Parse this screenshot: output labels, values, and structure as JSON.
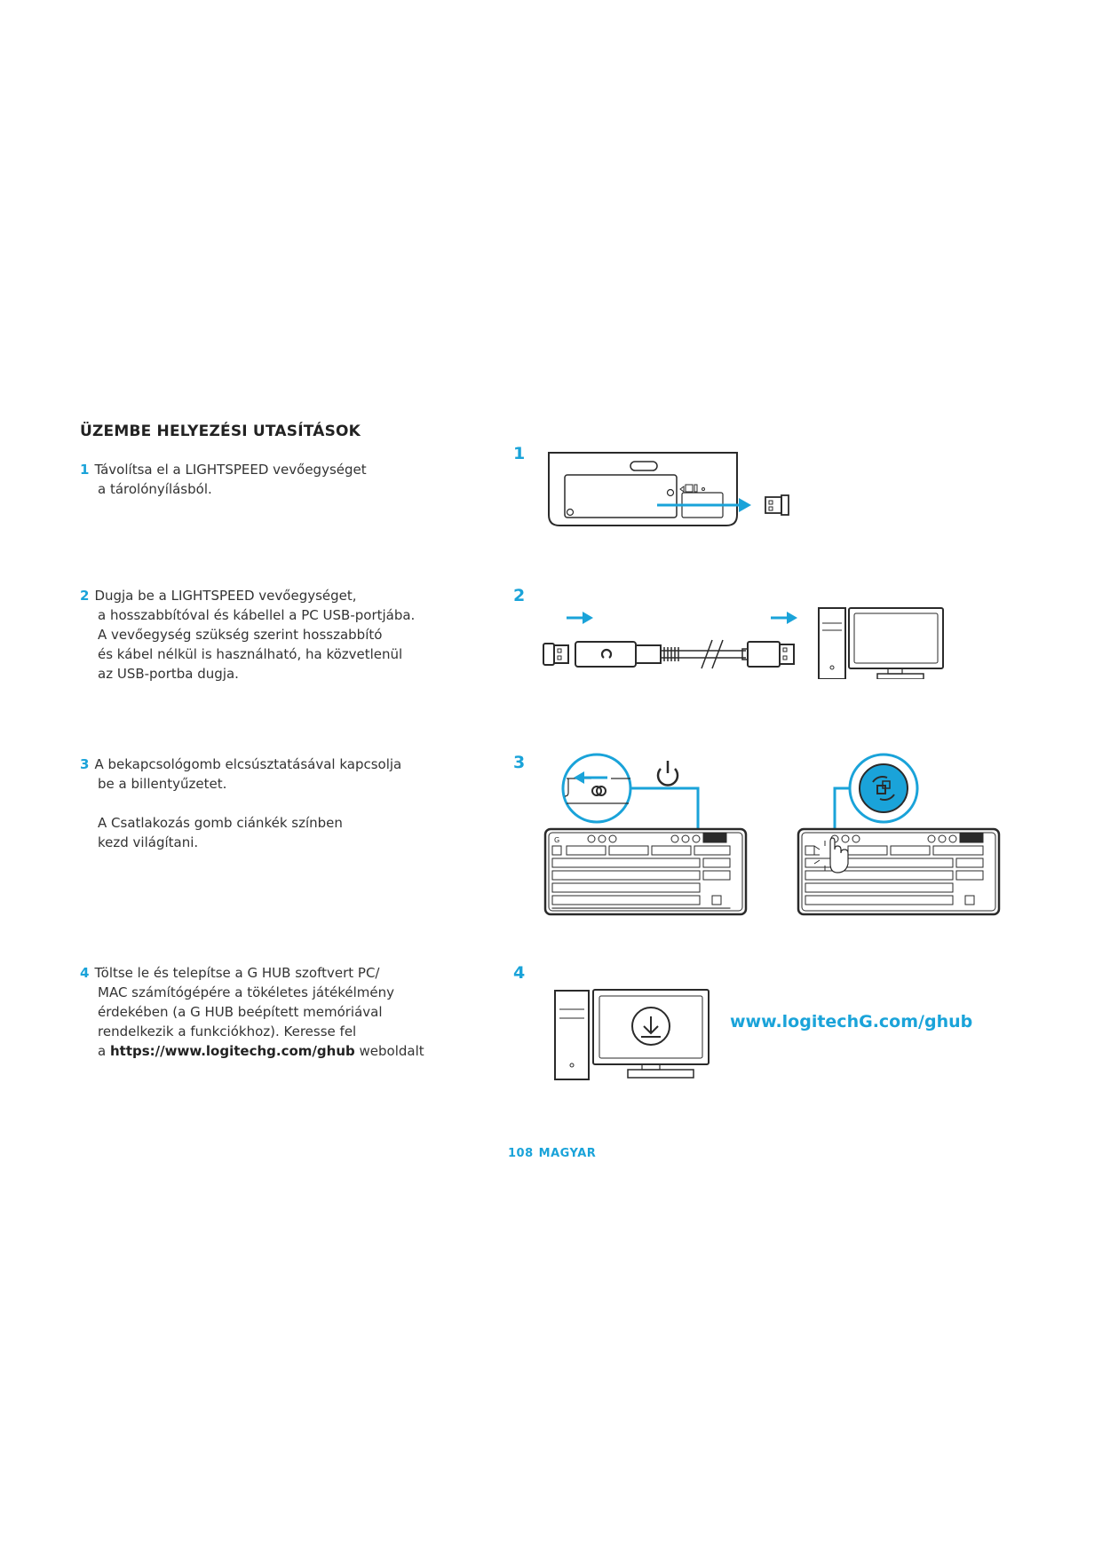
{
  "title": "ÜZEMBE HELYEZÉSI UTASÍTÁSOK",
  "steps": [
    {
      "num": "1",
      "lines": [
        "Távolítsa el a LIGHTSPEED vevőegységet",
        "a tárolónyílásból."
      ]
    },
    {
      "num": "2",
      "lines": [
        "Dugja be a LIGHTSPEED vevőegységet,",
        "a hosszabbítóval és kábellel a PC USB-portjába.",
        "A vevőegység szükség szerint hosszabbító",
        "és kábel nélkül is használható, ha közvetlenül",
        "az USB-portba dugja."
      ]
    },
    {
      "num": "3",
      "lines": [
        "A bekapcsológomb elcsúsztatásával kapcsolja",
        "be a billentyűzetet."
      ],
      "lines2": [
        "A Csatlakozás gomb ciánkék színben",
        "kezd világítani."
      ]
    },
    {
      "num": "4",
      "lines": [
        "Töltse le és telepítse a G HUB szoftvert PC/",
        "MAC számítógépére a tökéletes játékélmény",
        "érdekében (a G HUB beépített memóriával",
        "rendelkezik a funkciókhoz). Keresse fel"
      ],
      "last_prefix": "a ",
      "last_bold": "https://www.logitechg.com/ghub",
      "last_suffix": " weboldalt"
    }
  ],
  "figures": {
    "labels": [
      "1",
      "2",
      "3",
      "4"
    ],
    "icons": {
      "fig1": [
        "keyboard-underside-icon",
        "receiver-slot-icon",
        "arrow-right-icon",
        "usb-receiver-icon"
      ],
      "fig2": [
        "usb-receiver-icon",
        "extender-adapter-icon",
        "cable-icon",
        "usb-plug-icon",
        "arrow-right-icon",
        "desktop-pc-icon"
      ],
      "fig3": [
        "power-switch-magnifier-icon",
        "power-icon",
        "keyboard-icon",
        "connect-button-icon",
        "finger-press-icon"
      ],
      "fig4": [
        "desktop-pc-icon",
        "download-icon"
      ]
    },
    "url": "www.logitechG.com/ghub"
  },
  "colors": {
    "accent": "#1aa3d9",
    "text": "#333333",
    "line": "#2a2a2a"
  },
  "footer": {
    "page": "108",
    "language": "MAGYAR"
  }
}
